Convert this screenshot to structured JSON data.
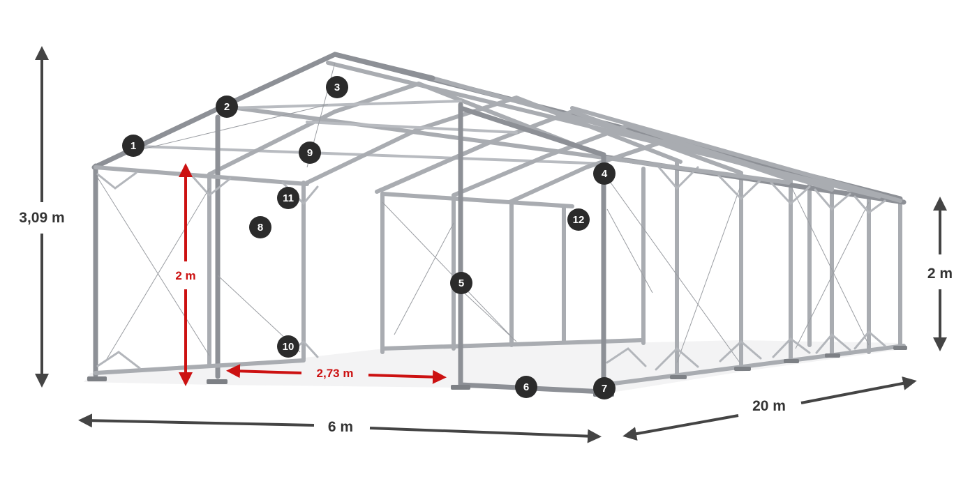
{
  "colors": {
    "dimension_line": "#444444",
    "highlight": "#cc1111",
    "badge": "#2b2b2b",
    "frame": "#a9acb1"
  },
  "dimensions": {
    "total_height": "3,09 m",
    "side_height": "2 m",
    "inner_height": "2 m",
    "bay_spacing": "2,73 m",
    "width": "6 m",
    "length": "20 m"
  },
  "markers": [
    "1",
    "2",
    "3",
    "4",
    "5",
    "6",
    "7",
    "8",
    "9",
    "10",
    "11",
    "12"
  ]
}
